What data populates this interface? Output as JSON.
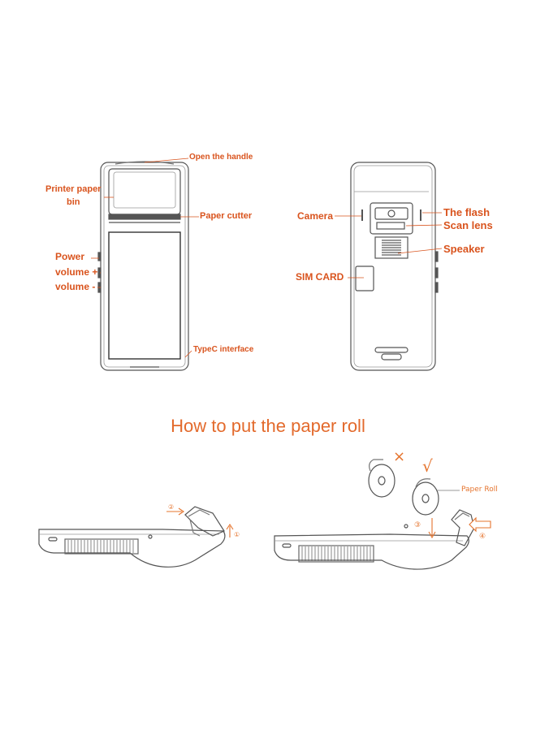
{
  "front": {
    "open_handle": "Open the handle",
    "printer_paper_bin_1": "Printer paper",
    "printer_paper_bin_2": "bin",
    "paper_cutter": "Paper cutter",
    "power": "Power",
    "volume_up": "volume +",
    "volume_down": "volume -",
    "typec": "TypeC interface"
  },
  "back": {
    "camera": "Camera",
    "flash": "The flash",
    "scan_lens": "Scan lens",
    "speaker": "Speaker",
    "sim_card": "SIM CARD"
  },
  "section_title": "How to put the paper roll",
  "steps": {
    "wrong_mark": "×",
    "right_mark": "√",
    "paper_roll": "Paper Roll",
    "step_1": "①",
    "step_2": "②",
    "step_3": "③",
    "step_4": "④"
  },
  "colors": {
    "accent": "#d9541e",
    "line": "#555555"
  }
}
